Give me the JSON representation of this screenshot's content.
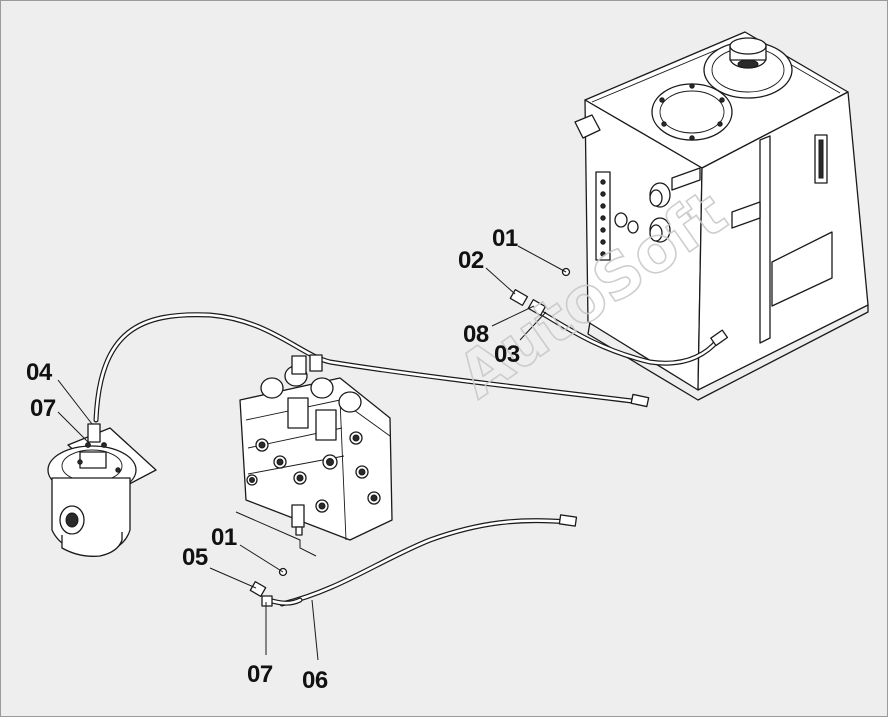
{
  "watermark": "AutoSoft",
  "callouts": [
    {
      "id": "c1",
      "text": "01"
    },
    {
      "id": "c2",
      "text": "02"
    },
    {
      "id": "c3",
      "text": "08"
    },
    {
      "id": "c4",
      "text": "03"
    },
    {
      "id": "c5",
      "text": "04"
    },
    {
      "id": "c6",
      "text": "07"
    },
    {
      "id": "c7",
      "text": "01"
    },
    {
      "id": "c8",
      "text": "05"
    },
    {
      "id": "c9",
      "text": "07"
    },
    {
      "id": "c10",
      "text": "06"
    }
  ]
}
